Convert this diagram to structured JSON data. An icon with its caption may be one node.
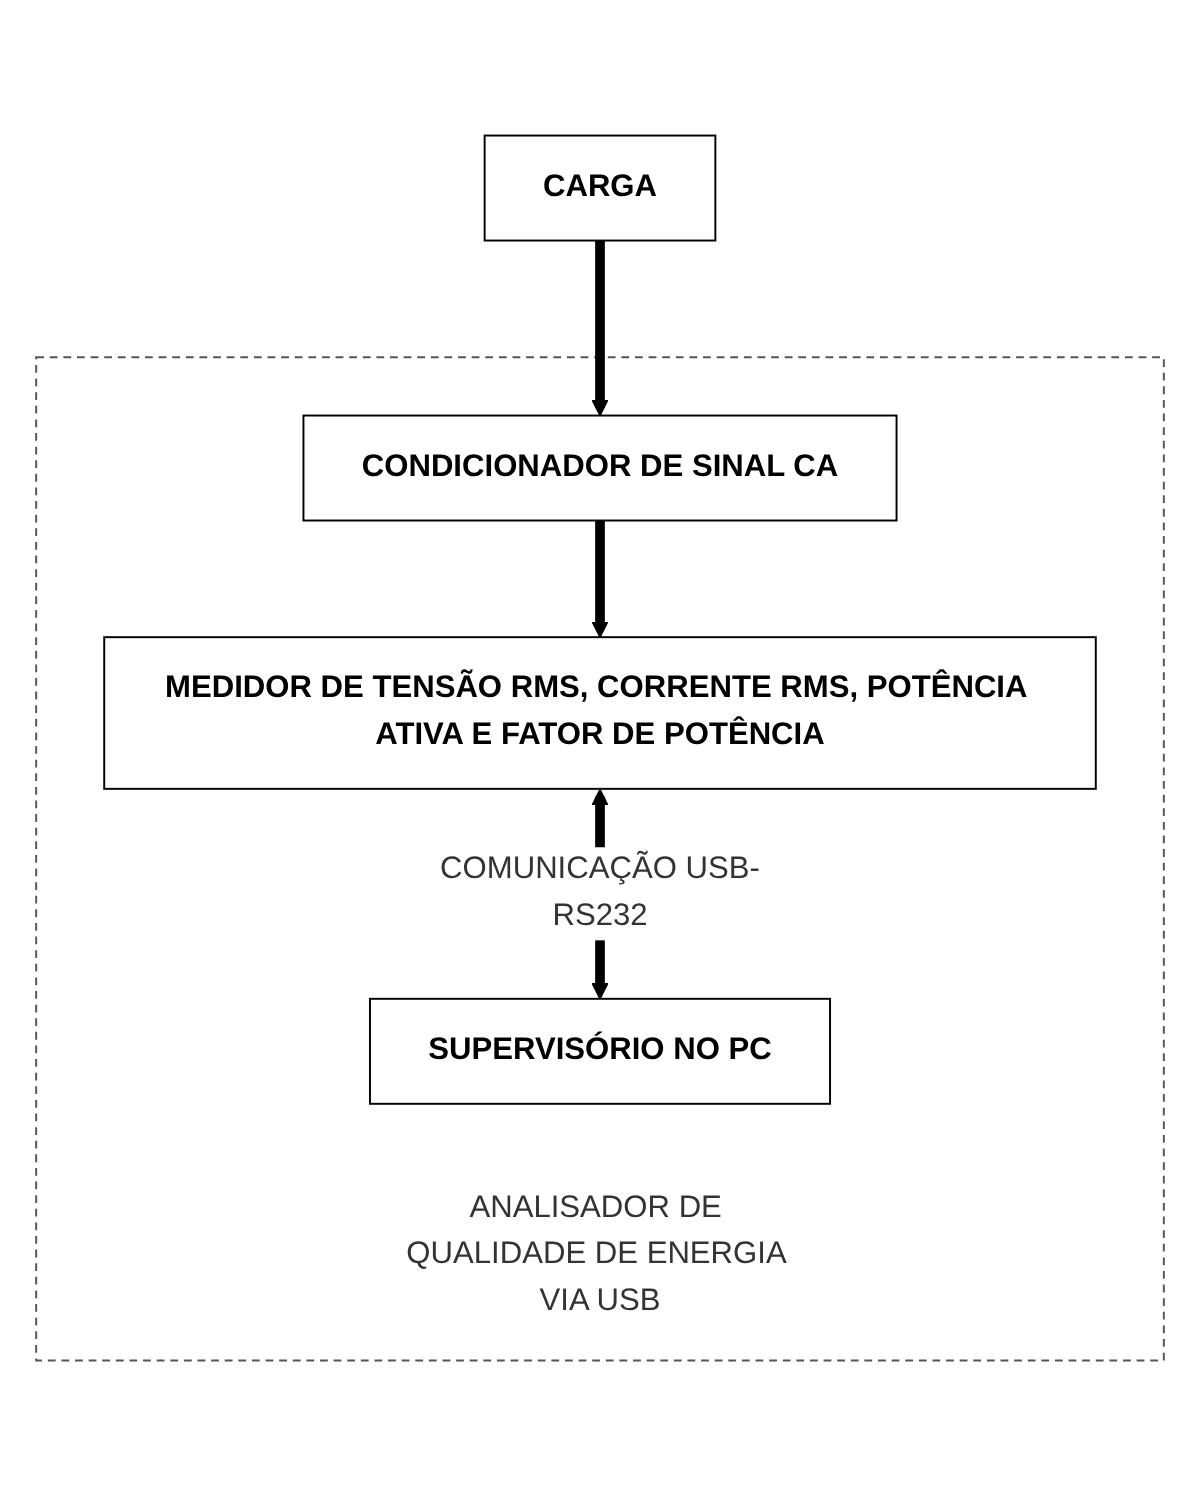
{
  "diagram": {
    "nodes": [
      {
        "text": [
          "CARGA"
        ]
      },
      {
        "text": [
          "ANALISADOR DE QUALIDADE DE ENERGIA VIA USB"
        ]
      },
      {
        "text": [
          "CONDICIONADOR DE SINAL CA"
        ],
        "in": 1
      },
      {
        "text": [
          "MEDIDOR DE TENSÃO RMS, CORRENTE RMS, POTÊNCIA ATIVA E FATOR DE POTÊNCIA"
        ],
        "in": 1
      },
      {
        "text": [
          "SUPERVISÓRIO NO PC"
        ],
        "in": 1
      }
    ],
    "edges": [
      {
        "from": 0,
        "to": 2,
        "arrow": "to"
      },
      {
        "from": 2,
        "to": 3,
        "arrow": "to"
      },
      {
        "from": 3,
        "to": 4,
        "arrow": "both",
        "label": "COMUNICAÇÃO USB-RS232"
      }
    ]
  }
}
